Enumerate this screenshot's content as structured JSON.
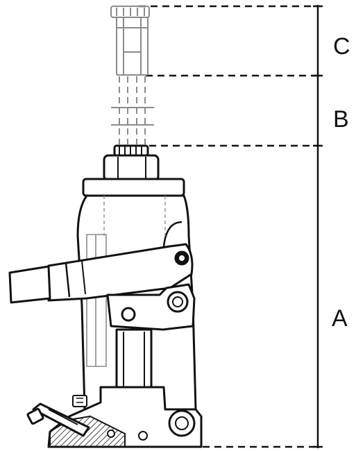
{
  "diagram": {
    "labels": {
      "a": "A",
      "b": "B",
      "c": "C"
    },
    "colors": {
      "line": "#111111",
      "ghost": "#8a8a8a",
      "hatch": "#444444"
    }
  }
}
